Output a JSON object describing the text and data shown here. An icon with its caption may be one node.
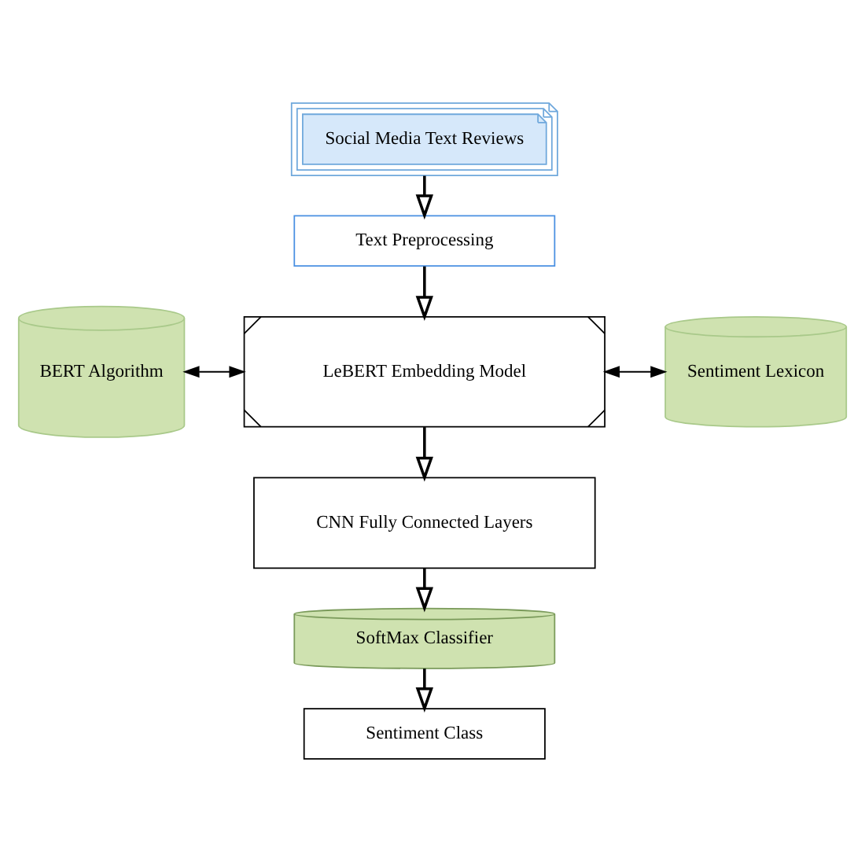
{
  "diagram": {
    "nodes": [
      {
        "text": [
          "Social Media Text Reviews"
        ]
      },
      {
        "text": [
          "Text Preprocessing"
        ]
      },
      {
        "text": [
          "BERT Algorithm"
        ]
      },
      {
        "text": [
          "LeBERT Embedding Model"
        ]
      },
      {
        "text": [
          "Sentiment Lexicon"
        ]
      },
      {
        "text": [
          "CNN Fully Connected Layers"
        ]
      },
      {
        "text": [
          "SoftMax Classifier"
        ]
      },
      {
        "text": [
          "Sentiment Class"
        ]
      }
    ],
    "edges": [
      {
        "from": 0,
        "to": 1,
        "arrow": "to"
      },
      {
        "from": 1,
        "to": 3,
        "arrow": "to"
      },
      {
        "from": 2,
        "to": 3,
        "arrow": "both"
      },
      {
        "from": 3,
        "to": 4,
        "arrow": "both"
      },
      {
        "from": 3,
        "to": 5,
        "arrow": "to"
      },
      {
        "from": 5,
        "to": 6,
        "arrow": "to"
      },
      {
        "from": 6,
        "to": 7,
        "arrow": "to"
      }
    ]
  }
}
